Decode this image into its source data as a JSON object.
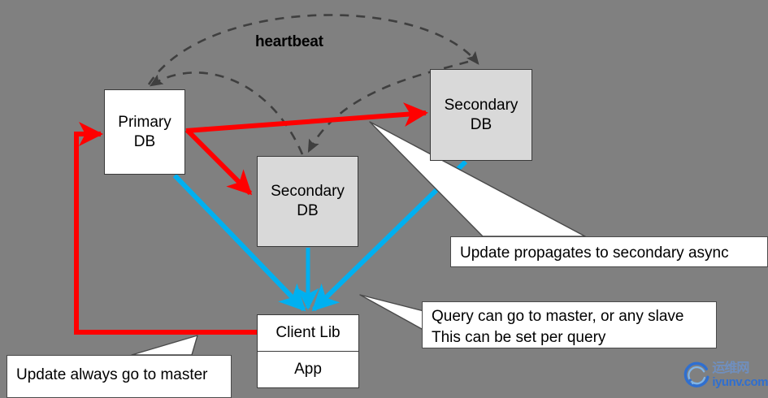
{
  "diagram": {
    "background_color": "#808080",
    "title_label": "heartbeat",
    "colors": {
      "update_arrow": "#ff0000",
      "query_arrow": "#00b0f0",
      "heartbeat_arrow": "#3f3f3f",
      "primary_fill": "#ffffff",
      "secondary_fill": "#d9d9d9",
      "callout_fill": "#ffffff"
    },
    "nodes": {
      "primary": {
        "line1": "Primary",
        "line2": "DB"
      },
      "secondary_mid": {
        "line1": "Secondary",
        "line2": "DB"
      },
      "secondary_top": {
        "line1": "Secondary",
        "line2": "DB"
      },
      "client": {
        "top": "Client Lib",
        "bottom": "App"
      }
    },
    "callouts": {
      "async": {
        "line1": "Update propagates to secondary async"
      },
      "query": {
        "line1": "Query can go to master, or any slave",
        "line2": "This can be set per query"
      },
      "update": {
        "line1": "Update always go to master"
      }
    },
    "watermark": {
      "cn": "运维网",
      "en": "iyunv.com"
    }
  }
}
